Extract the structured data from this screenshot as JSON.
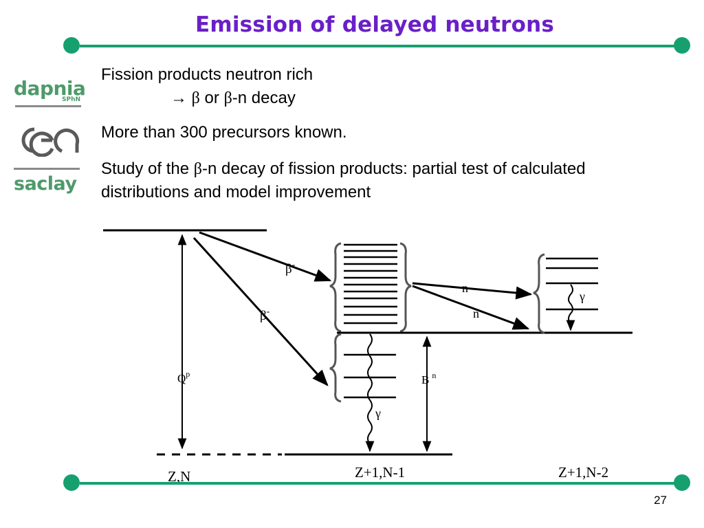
{
  "slide": {
    "title": "Emission of delayed neutrons",
    "page_number": "27"
  },
  "logos": {
    "dapnia": "dapnia",
    "dapnia_sub": "SPhN",
    "cea": "cea",
    "saclay": "saclay"
  },
  "text": {
    "line1": "Fission products neutron rich",
    "line2_arrow": "→ ",
    "line2_beta": "β",
    "line2_or": " or ",
    "line2_beta2": "β",
    "line2_rest": "-n decay",
    "line3": "More than 300 precursors known.",
    "line4_a": "Study of the ",
    "line4_beta": "β",
    "line4_b": "-n decay of fission products: partial test of calculated",
    "line5": "distributions and model improvement"
  },
  "diagram": {
    "beta_label": "β",
    "beta_sup": "-",
    "q_label": "Q",
    "q_sup": "p",
    "b_label": "B",
    "b_sup": "n",
    "gamma": "γ",
    "n_label": "n",
    "nucleus_left": "Z,N",
    "nucleus_mid": "Z+1,N-1",
    "nucleus_right": "Z+1,N-2"
  },
  "colors": {
    "title": "#6a1fc8",
    "accent": "#16a070",
    "logo_green": "#4e9a6a"
  }
}
